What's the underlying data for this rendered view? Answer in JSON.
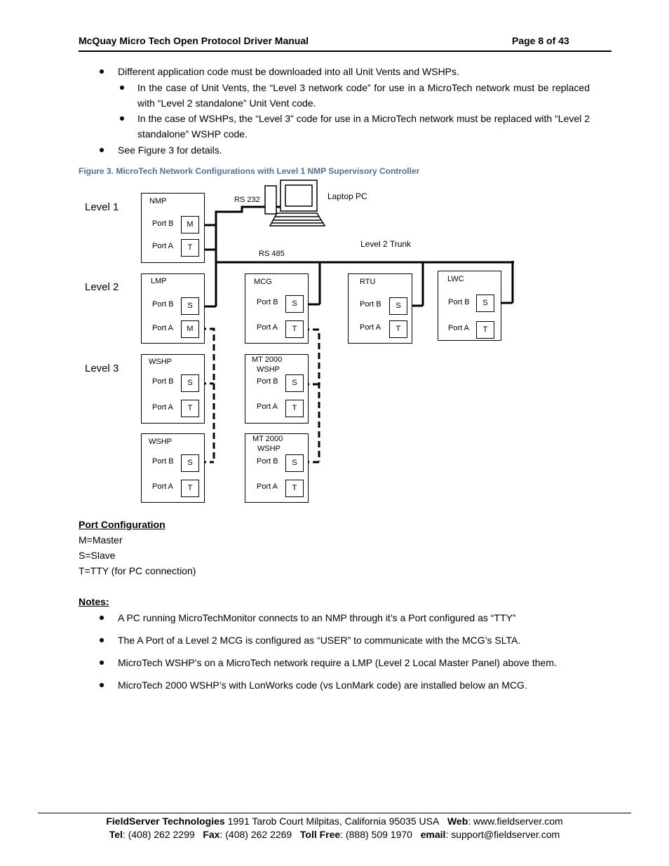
{
  "header": {
    "title": "McQuay Micro Tech Open Protocol Driver Manual",
    "page": "Page 8 of 43"
  },
  "bullets_top": [
    "Different application code must be downloaded into all Unit Vents and WSHPs.",
    "In the case of Unit Vents, the “Level 3 network code” for use in a MicroTech network must be replaced with “Level 2 standalone” Unit Vent code.",
    "In the case of WSHPs, the “Level 3” code for use in a MicroTech network must be replaced with “Level 2 standalone” WSHP code.",
    "See Figure 3 for details."
  ],
  "figure": {
    "caption": "Figure 3. MicroTech Network Configurations with Level 1 NMP Supervisory Controller",
    "levels": [
      "Level 1",
      "Level 2",
      "Level 3"
    ],
    "labels": {
      "rs232": "RS 232",
      "rs485": "RS 485",
      "laptop": "Laptop PC",
      "trunk": "Level 2 Trunk"
    },
    "devices": {
      "nmp": {
        "name": "NMP",
        "portB": "Port B",
        "portA": "Port A",
        "b": "M",
        "a": "T"
      },
      "lmp": {
        "name": "LMP",
        "portB": "Port B",
        "portA": "Port A",
        "b": "S",
        "a": "M"
      },
      "mcg": {
        "name": "MCG",
        "portB": "Port B",
        "portA": "Port A",
        "b": "S",
        "a": "T"
      },
      "rtu": {
        "name": "RTU",
        "portB": "Port B",
        "portA": "Port A",
        "b": "S",
        "a": "T"
      },
      "lwc": {
        "name": "LWC",
        "portB": "Port B",
        "portA": "Port A",
        "b": "S",
        "a": "T"
      },
      "wshp1": {
        "name": "WSHP",
        "portB": "Port B",
        "portA": "Port A",
        "b": "S",
        "a": "T"
      },
      "wshp2": {
        "name": "WSHP",
        "portB": "Port B",
        "portA": "Port A",
        "b": "S",
        "a": "T"
      },
      "mt1": {
        "name1": "MT 2000",
        "name2": "WSHP",
        "portB": "Port B",
        "portA": "Port A",
        "b": "S",
        "a": "T"
      },
      "mt2": {
        "name1": "MT 2000",
        "name2": "WSHP",
        "portB": "Port B",
        "portA": "Port A",
        "b": "S",
        "a": "T"
      }
    }
  },
  "port_config": {
    "heading": "Port Configuration",
    "items": [
      "M=Master",
      "S=Slave",
      "T=TTY (for PC connection)"
    ]
  },
  "notes": {
    "heading": "Notes:",
    "items": [
      "A PC running MicroTechMonitor connects to an NMP through it’s a Port configured as “TTY”",
      "The A Port of a Level 2 MCG is configured as “USER” to communicate with the MCG’s SLTA.",
      "MicroTech WSHP’s on a MicroTech network require a LMP (Level 2 Local Master Panel) above them.",
      "MicroTech 2000 WSHP’s with LonWorks code (vs LonMark code) are installed below an MCG."
    ]
  },
  "footer": {
    "company": "FieldServer Technologies",
    "address": " 1991 Tarob Court Milpitas, California 95035 USA",
    "web_label": "Web",
    "web": ": www.fieldserver.com",
    "tel_label": "Tel",
    "tel": ": (408) 262 2299",
    "fax_label": "Fax",
    "fax": ": (408) 262 2269",
    "tollfree_label": "Toll Free",
    "tollfree": ": (888) 509 1970",
    "email_label": "email",
    "email": ": support@fieldserver.com"
  }
}
